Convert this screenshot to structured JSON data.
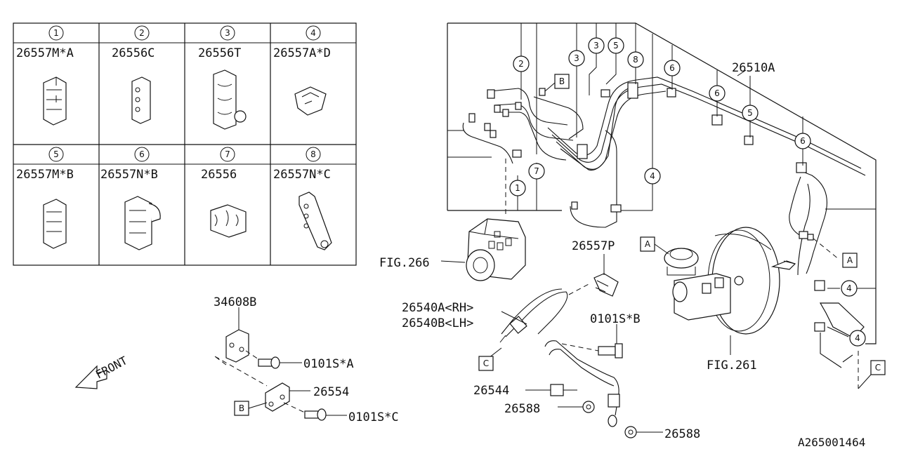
{
  "legend": {
    "cells": [
      {
        "num": "1",
        "part": "26557M*A"
      },
      {
        "num": "2",
        "part": "26556C"
      },
      {
        "num": "3",
        "part": "26556T"
      },
      {
        "num": "4",
        "part": "26557A*D"
      },
      {
        "num": "5",
        "part": "26557M*B"
      },
      {
        "num": "6",
        "part": "26557N*B"
      },
      {
        "num": "7",
        "part": "26556"
      },
      {
        "num": "8",
        "part": "26557N*C"
      }
    ]
  },
  "callouts": {
    "brake_pipe_assy": "26510A",
    "fig_hydraulic_unit": "FIG.266",
    "fig_master_cylinder": "FIG.261",
    "clip_hose": "26557P",
    "hose_rh": "26540A<RH>",
    "hose_lh": "26540B<LH>",
    "bolt_b": "0101S*B",
    "bracket": "34608B",
    "bolt_a": "0101S*A",
    "bracket_2": "26554",
    "bolt_c": "0101S*C",
    "union_bolt": "26544",
    "gasket_1": "26588",
    "gasket_2": "26588",
    "front_arrow": "FRONT",
    "diagram_id": "A265001464"
  },
  "markers": {
    "a1": "A",
    "a2": "A",
    "b1": "B",
    "b2": "B",
    "c1": "C",
    "c2": "C"
  },
  "numbers": {
    "n1": "1",
    "n2": "2",
    "n3a": "3",
    "n3b": "3",
    "n5a": "5",
    "n5b": "5",
    "n6a": "6",
    "n6b": "6",
    "n6c": "6",
    "n7": "7",
    "n8": "8",
    "n4a": "4",
    "n4b": "4",
    "n4c": "4"
  }
}
